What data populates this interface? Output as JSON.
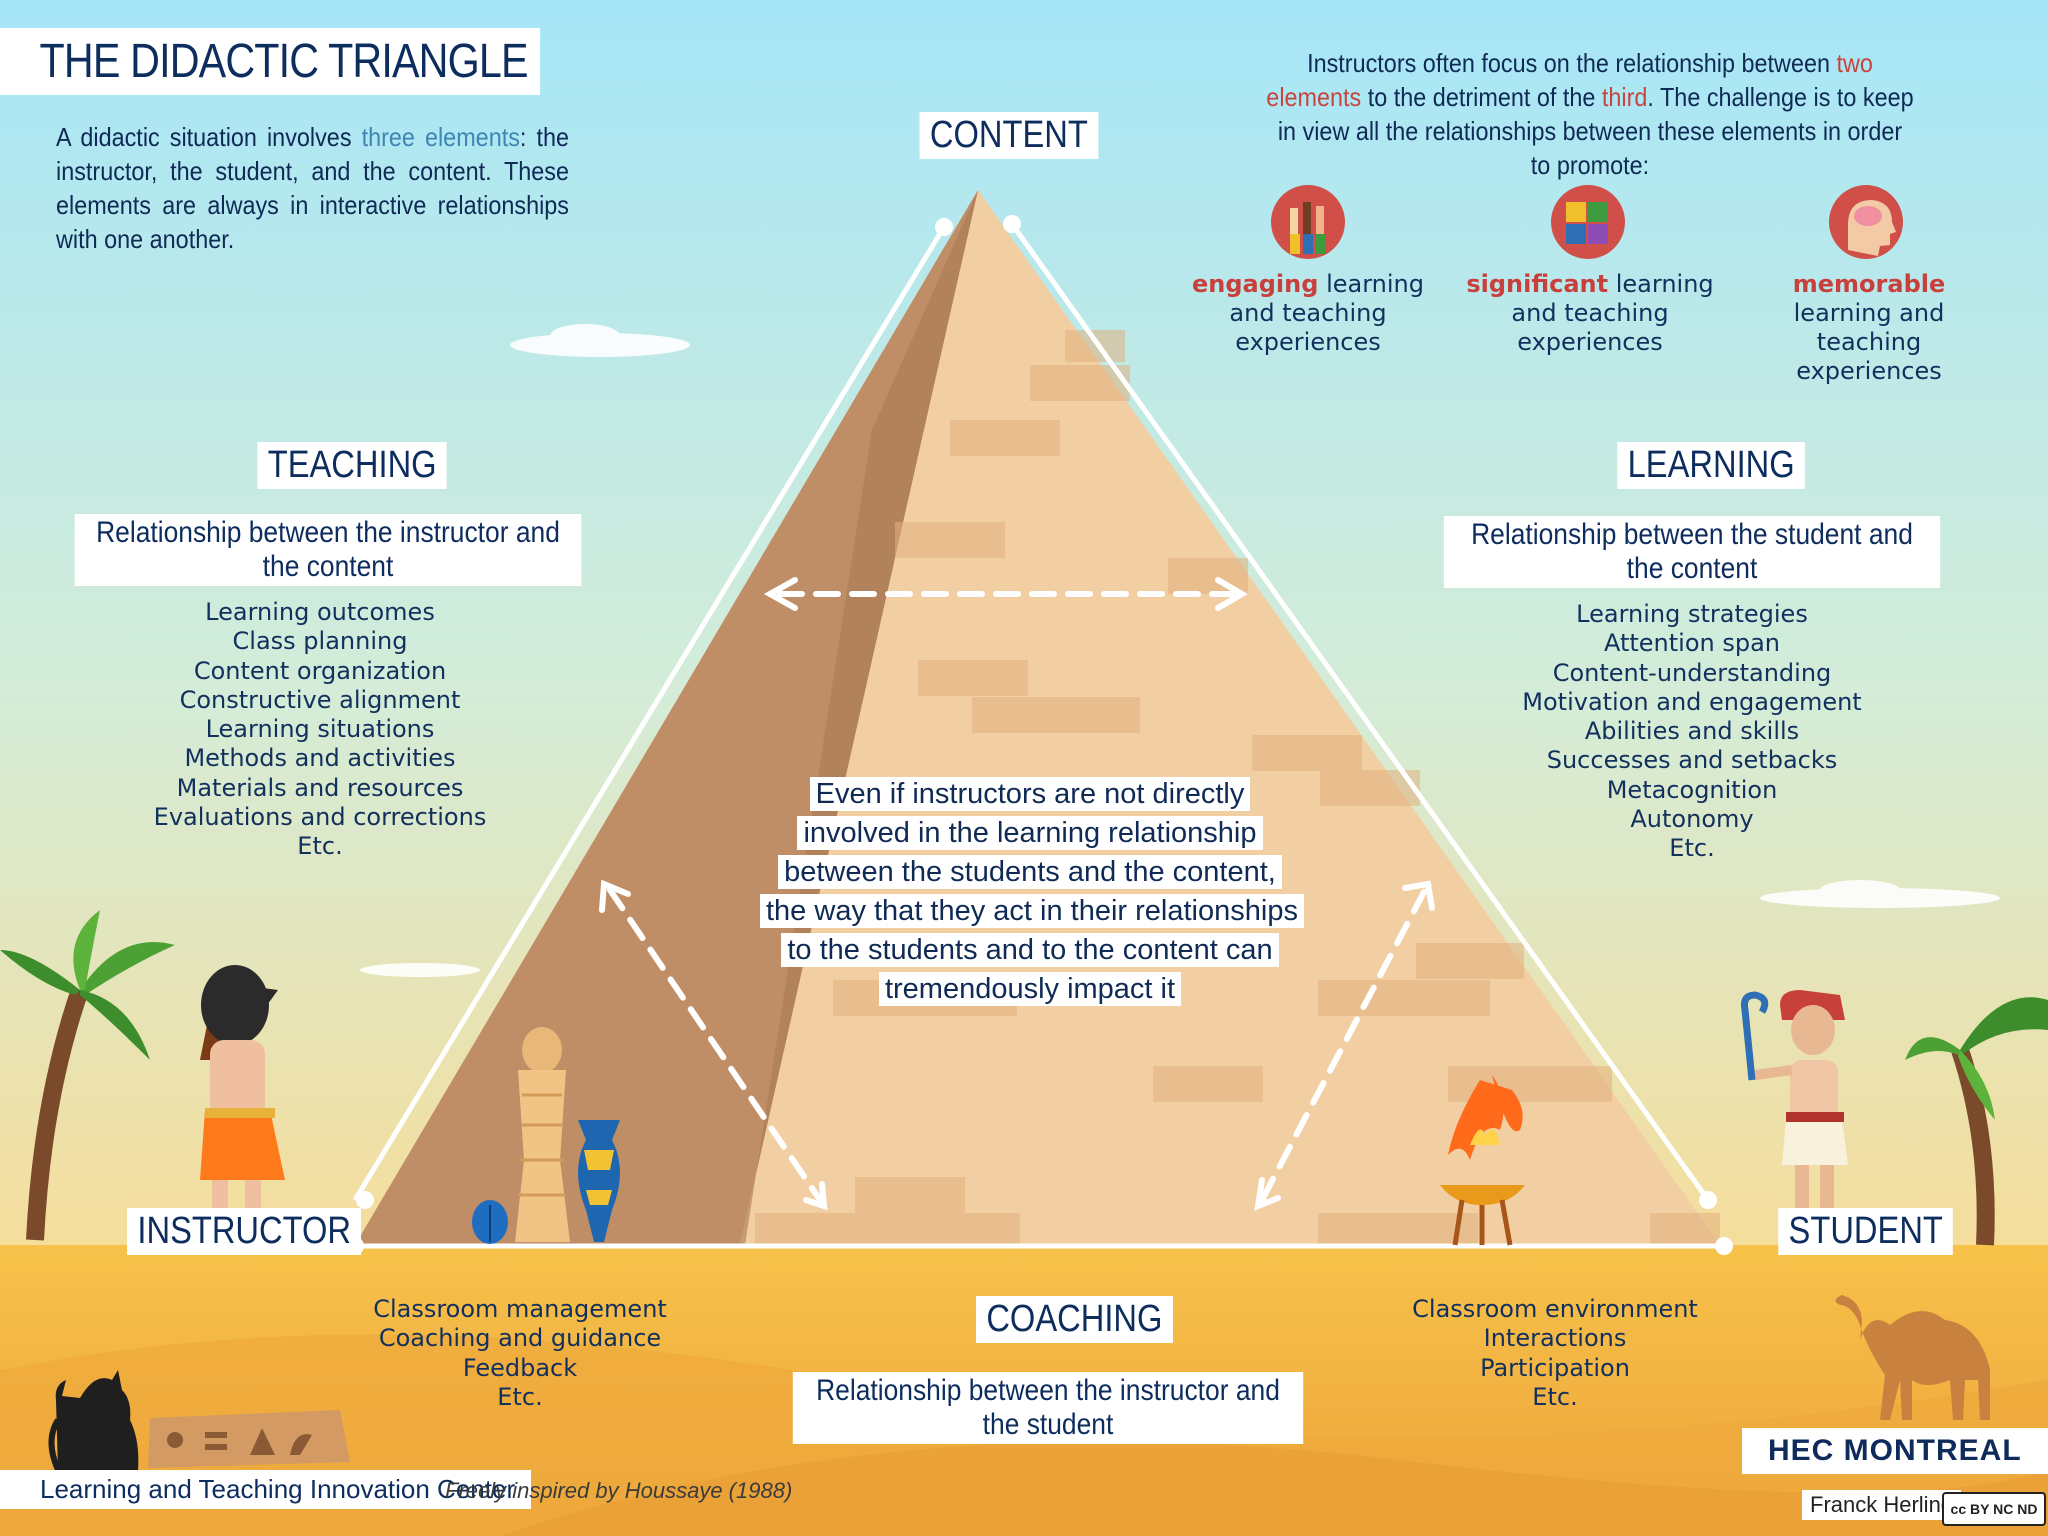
{
  "title": "THE DIDACTIC TRIANGLE",
  "intro": {
    "prefix": "A didactic situation involves ",
    "highlight": "three elements",
    "suffix": ": the instructor, the student, and the content. These elements are always in interactive relationships with one another."
  },
  "top_right": {
    "p1": "Instructors often focus on the relationship between ",
    "hl1": "two elements",
    "p2": " to the detriment of the ",
    "hl2": "third",
    "p3": ". The challenge is to keep in view all the relationships between these elements in order to promote:"
  },
  "promotes": [
    {
      "keyword": "engaging",
      "rest": " learning and teaching experiences",
      "icon": "raised-hands-icon"
    },
    {
      "keyword": "significant",
      "rest": " learning and teaching experiences",
      "icon": "puzzle-head-icon"
    },
    {
      "keyword": "memorable",
      "rest": " learning and teaching experiences",
      "icon": "brain-head-icon"
    }
  ],
  "vertices": {
    "content": "CONTENT",
    "instructor": "INSTRUCTOR",
    "student": "STUDENT"
  },
  "teaching": {
    "title": "TEACHING",
    "subtitle": "Relationship between the instructor and the content",
    "items": [
      "Learning outcomes",
      "Class planning",
      "Content organization",
      "Constructive alignment",
      "Learning situations",
      "Methods and activities",
      "Materials and resources",
      "Evaluations and corrections",
      "Etc."
    ]
  },
  "learning": {
    "title": "LEARNING",
    "subtitle": "Relationship between the student and the content",
    "items": [
      "Learning strategies",
      "Attention span",
      "Content-understanding",
      "Motivation and engagement",
      "Abilities and skills",
      "Successes and setbacks",
      "Metacognition",
      "Autonomy",
      "Etc."
    ]
  },
  "coaching": {
    "title": "COACHING",
    "subtitle": "Relationship between the instructor and the student",
    "left_items": [
      "Classroom management",
      "Coaching and guidance",
      "Feedback",
      "Etc."
    ],
    "right_items": [
      "Classroom environment",
      "Interactions",
      "Participation",
      "Etc."
    ]
  },
  "center_note": "Even if instructors are not directly involved in the learning relationship between the students and the content, the way that they act in their relationships to the students and to the content can tremendously impact it",
  "footer": {
    "center": "Learning and Teaching Innovation Center",
    "citation": "Freely inspired by Houssaye (1988)",
    "logo": "HEC MONTREAL",
    "author": "Franck Herling",
    "license": "cc BY NC ND"
  },
  "colors": {
    "sky_top": "#a7e6f7",
    "sand": "#f3bb45",
    "pyramid_light": "#f3cfa3",
    "pyramid_dark": "#c2926a",
    "navy": "#0d2d5e",
    "accent_red": "#c6463f",
    "accent_blue": "#3f86b4"
  }
}
